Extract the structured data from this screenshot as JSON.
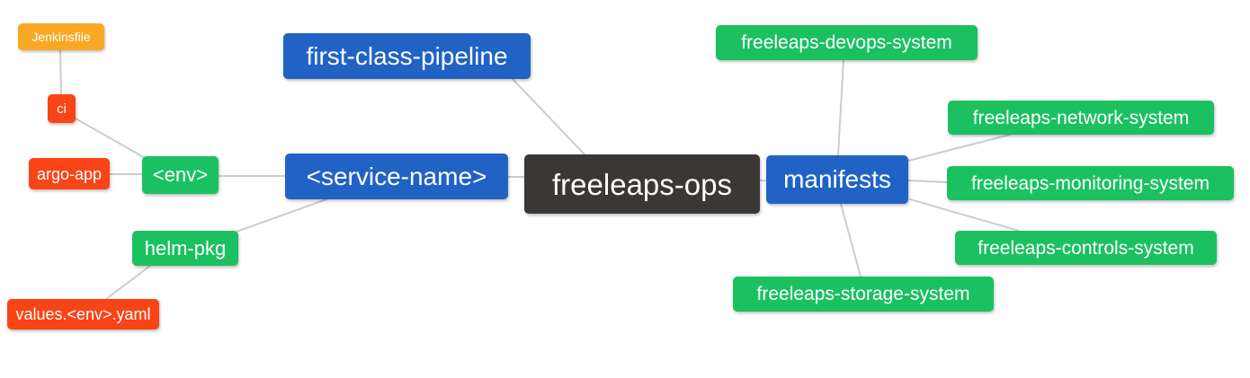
{
  "palette": {
    "blue": "#2063C5",
    "green": "#1BC161",
    "red": "#F94416",
    "orange": "#F9A825",
    "dark": "#3B3735",
    "edge_line": "#CCCCCC",
    "node_text": "#FFFFFF",
    "background": "#FFFFFF"
  },
  "nodes": {
    "jenkinsfile": {
      "label": "Jenkinsfile",
      "color": "#F9A825"
    },
    "ci": {
      "label": "ci",
      "color": "#F94416"
    },
    "argo_app": {
      "label": "argo-app",
      "color": "#F94416"
    },
    "env": {
      "label": "<env>",
      "color": "#1BC161"
    },
    "helm_pkg": {
      "label": "helm-pkg",
      "color": "#1BC161"
    },
    "values_env_yaml": {
      "label": "values.<env>.yaml",
      "color": "#F94416"
    },
    "first_class_pipeline": {
      "label": "first-class-pipeline",
      "color": "#2063C5"
    },
    "service_name": {
      "label": "<service-name>",
      "color": "#2063C5"
    },
    "freeleaps_ops": {
      "label": "freeleaps-ops",
      "color": "#3B3735"
    },
    "manifests": {
      "label": "manifests",
      "color": "#2063C5"
    },
    "devops_system": {
      "label": "freeleaps-devops-system",
      "color": "#1BC161"
    },
    "network_system": {
      "label": "freeleaps-network-system",
      "color": "#1BC161"
    },
    "monitoring_system": {
      "label": "freeleaps-monitoring-system",
      "color": "#1BC161"
    },
    "controls_system": {
      "label": "freeleaps-controls-system",
      "color": "#1BC161"
    },
    "storage_system": {
      "label": "freeleaps-storage-system",
      "color": "#1BC161"
    }
  },
  "edges": [
    {
      "from": "jenkinsfile",
      "to": "ci"
    },
    {
      "from": "ci",
      "to": "env"
    },
    {
      "from": "argo_app",
      "to": "env"
    },
    {
      "from": "env",
      "to": "service_name"
    },
    {
      "from": "values_env_yaml",
      "to": "helm_pkg"
    },
    {
      "from": "helm_pkg",
      "to": "service_name"
    },
    {
      "from": "first_class_pipeline",
      "to": "freeleaps_ops"
    },
    {
      "from": "service_name",
      "to": "freeleaps_ops"
    },
    {
      "from": "freeleaps_ops",
      "to": "manifests"
    },
    {
      "from": "manifests",
      "to": "devops_system"
    },
    {
      "from": "manifests",
      "to": "network_system"
    },
    {
      "from": "manifests",
      "to": "monitoring_system"
    },
    {
      "from": "manifests",
      "to": "controls_system"
    },
    {
      "from": "manifests",
      "to": "storage_system"
    }
  ]
}
